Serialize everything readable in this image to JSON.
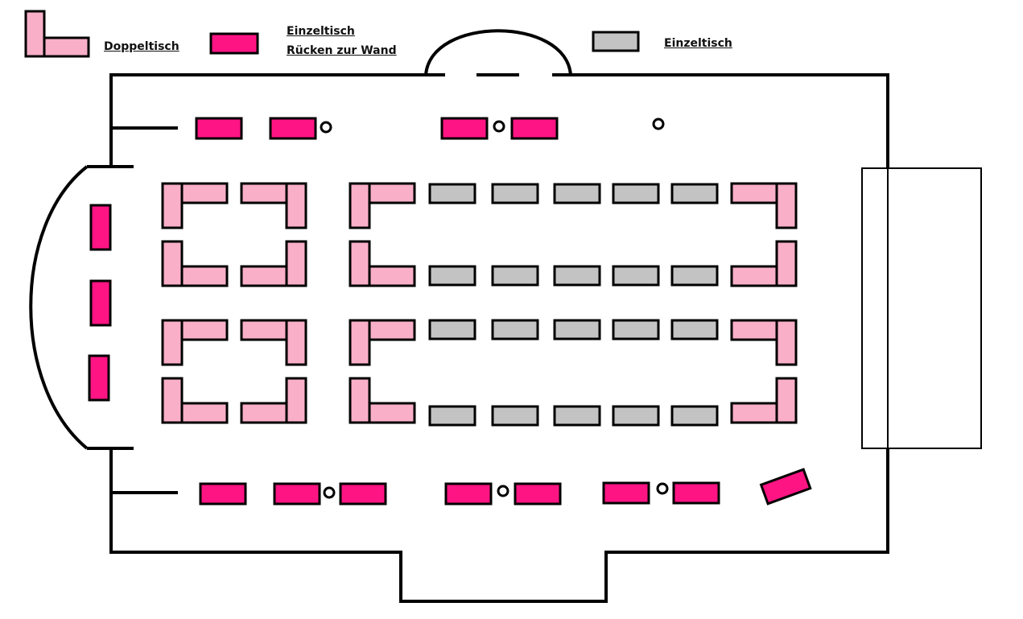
{
  "legend": {
    "double_table": {
      "label": "Doppeltisch",
      "color": "#F9AFC8"
    },
    "single_table_wall": {
      "label_line1": "Einzeltisch",
      "label_line2": "Rücken zur Wand",
      "color": "#FF1484"
    },
    "single_table": {
      "label": "Einzeltisch",
      "color": "#C3C3C3"
    }
  }
}
